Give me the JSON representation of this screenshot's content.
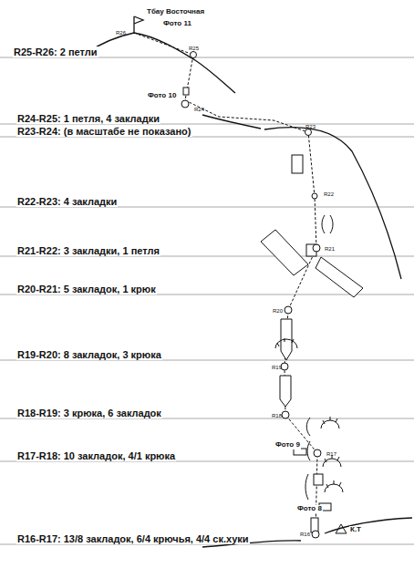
{
  "diagram": {
    "labels": [
      "Тбау Восточная",
      "Фото 11",
      "R26",
      "R25-R26: 2 петли",
      "R25",
      "Фото 10",
      "R24-R25: 1 петля, 4 закладки",
      "R24",
      "R23-R24: (в масштабе не показано)",
      "R23",
      "R22-R23: 4 закладки",
      "R22",
      "R21-R22: 3 закладки, 1 петля",
      "R21",
      "R20-R21: 5 закладок, 1 крюк",
      "R20",
      "R19-R20: 8 закладок, 3 крюка",
      "R19",
      "R18-R19: 3 крюка, 6 закладок",
      "R18",
      "Фото 9",
      "R17-R18: 10 закладок, 4/1 крюка",
      "R17",
      "Фото 8",
      "R16-R17: 13/8 закладок, 6/4 крючья, 4/4 ск.хуки",
      "R16",
      "К.Т"
    ]
  }
}
